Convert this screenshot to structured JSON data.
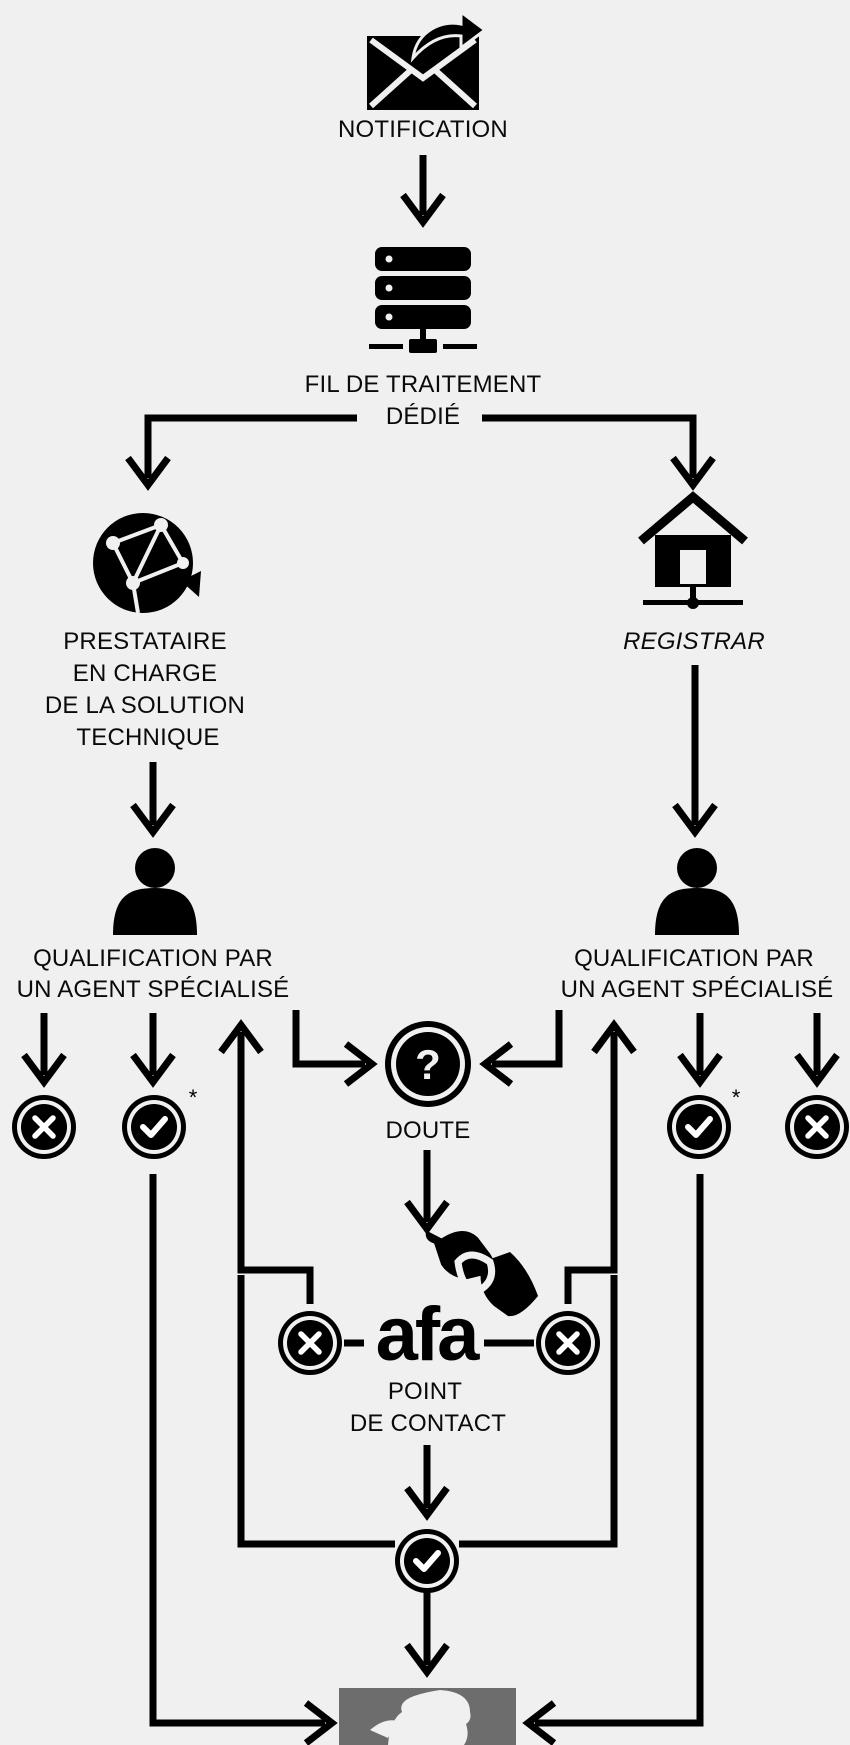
{
  "nodes": {
    "notification": "NOTIFICATION",
    "processing_line": [
      "FIL DE TRAITEMENT",
      "DÉDIÉ"
    ],
    "provider": [
      "PRESTATAIRE",
      "EN CHARGE",
      "DE LA SOLUTION",
      "TECHNIQUE"
    ],
    "registrar": "REGISTRAR",
    "qualification_left": [
      "QUALIFICATION PAR",
      "UN AGENT SPÉCIALISÉ"
    ],
    "qualification_right": [
      "QUALIFICATION PAR",
      "UN AGENT SPÉCIALISÉ"
    ],
    "doubt": "DOUTE",
    "afa_logo_text": "afa",
    "contact_point": [
      "POINT",
      "DE CONTACT"
    ],
    "asterisk": "*"
  },
  "icons": [
    "envelope-icon",
    "server-icon",
    "globe-network-icon",
    "house-network-icon",
    "person-icon",
    "question-icon",
    "reject-icon",
    "approve-icon",
    "afa-logo",
    "marianne-logo"
  ],
  "colors": {
    "ink": "#000000",
    "background": "#f0f0f0",
    "marianne_bg": "#6d6d6d"
  }
}
